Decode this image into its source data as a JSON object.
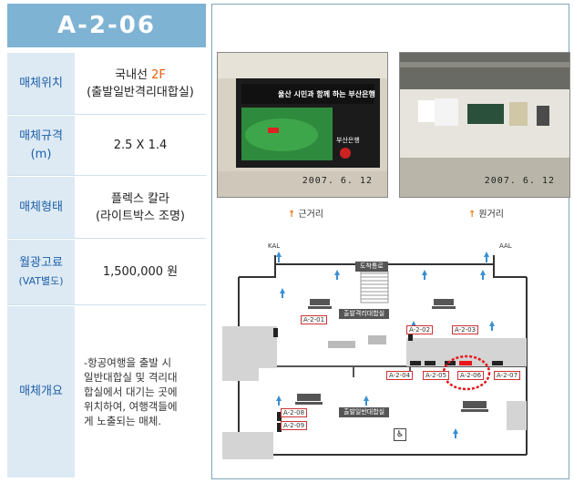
{
  "header": {
    "code": "A-2-06"
  },
  "info": {
    "location": {
      "label": "매체위치",
      "line1": "국내선",
      "floor": "2F",
      "line2": "(출발일반격리대합실)"
    },
    "size": {
      "label1": "매체규격",
      "label2": "(m)",
      "value": "2.5 X 1.4"
    },
    "type": {
      "label": "매체형태",
      "line1": "플렉스 칼라",
      "line2": "(라이트박스 조명)"
    },
    "price": {
      "label1": "월광고료",
      "label2": "(VAT별도)",
      "value": "1,500,000 원"
    },
    "overview": {
      "label": "매체개요",
      "text": [
        "-항공여행을 출발 시",
        "일반대합실 및 격리대",
        "합실에서 대기는 곳에",
        "위치하여, 여행객들에",
        "게 노출되는 매체."
      ]
    }
  },
  "photos": {
    "near": {
      "date": "2007. 6. 12",
      "caption": "근거리",
      "sign": "울산 시민과 함께 하는 부산은행"
    },
    "far": {
      "date": "2007. 6. 12",
      "caption": "원거리"
    }
  },
  "floormap": {
    "kal": "KAL",
    "aal": "AAL",
    "arrival_road": "도착통로",
    "departure_isolation": "출발격리대합실",
    "departure_general": "출발일반대합실",
    "codes": [
      "A-2-01",
      "A-2-02",
      "A-2-03",
      "A-2-04",
      "A-2-05",
      "A-2-06",
      "A-2-07",
      "A-2-08",
      "A-2-09"
    ]
  },
  "colors": {
    "accent": "#7fb3d4",
    "label_bg": "#ddeaf4",
    "highlight": "#e8161b",
    "floor_orange": "#e85c0c"
  }
}
